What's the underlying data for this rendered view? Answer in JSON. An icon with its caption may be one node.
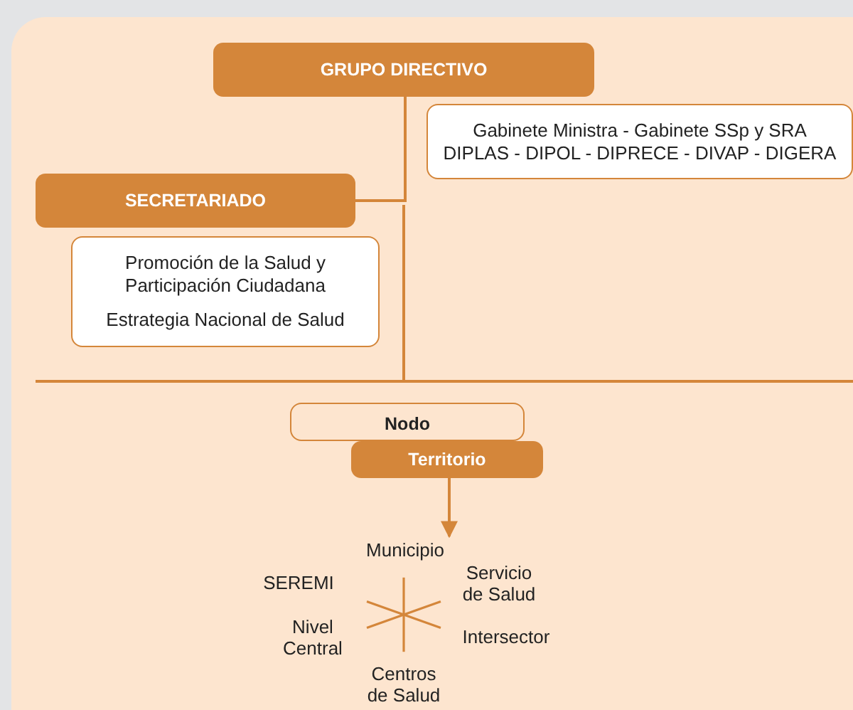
{
  "diagram": {
    "nodes": [
      {
        "text": [
          "GRUPO DIRECTIVO"
        ]
      },
      {
        "text": [
          "Gabinete Ministra - Gabinete SSp y SRA",
          "DIPLAS - DIPOL - DIPRECE - DIVAP - DIGERA"
        ]
      },
      {
        "text": [
          "SECRETARIADO"
        ]
      },
      {
        "text": [
          "Promoción de la Salud y Participación Ciudadana",
          "Estrategia Nacional de Salud"
        ]
      },
      {
        "text": [
          "Nodo"
        ]
      },
      {
        "text": [
          "Territorio"
        ]
      },
      {
        "text": [
          "Municipio"
        ]
      }
    ],
    "edges": [
      {
        "from": 0,
        "to": 2,
        "arrow": "none"
      },
      {
        "from": 5,
        "to": 6,
        "arrow": "to"
      }
    ],
    "labels": [
      "SEREMI",
      "Servicio de Salud",
      "Nivel Central",
      "Intersector",
      "Centros de Salud"
    ]
  }
}
